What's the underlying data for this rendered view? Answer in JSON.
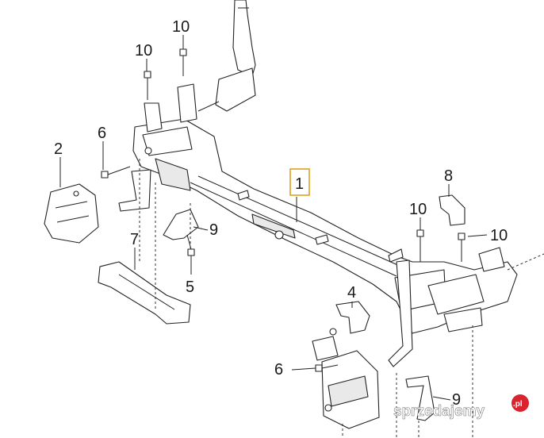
{
  "callouts": {
    "c1": "1",
    "c2": "2",
    "c4": "4",
    "c5": "5",
    "c6a": "6",
    "c6b": "6",
    "c7": "7",
    "c8": "8",
    "c9a": "9",
    "c9b": "9",
    "c10a": "10",
    "c10b": "10",
    "c10c": "10",
    "c10d": "10"
  },
  "highlight_color": "#e0a020",
  "watermark": {
    "text": "sprzedajemy",
    "badge": ".pl",
    "badge_color": "#d9232e"
  }
}
